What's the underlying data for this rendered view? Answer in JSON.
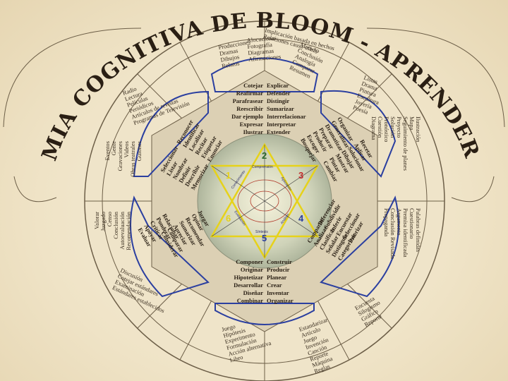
{
  "title": "LA TAXONOMIA COGNITIVA DE BLOOM - APRENDER ES ACCION",
  "colors": {
    "blue_outline": "#2b3fa0",
    "star": "#e6d21a",
    "sector_fill": "#d9ccaf",
    "number_red": "#c0282a",
    "number_blue": "#2b3fa0"
  },
  "numbers": [
    "1",
    "2",
    "3",
    "4",
    "5",
    "6"
  ],
  "levels": [
    "Conocimiento",
    "Comprensión",
    "Aplicación",
    "Análisis",
    "Síntesis",
    "Evaluación"
  ],
  "verbs": {
    "top_left": [
      "Cotejar",
      "Reafirmar",
      "Parafrasear",
      "Reescribir",
      "Dar ejemplo",
      "Expresar",
      "Ilustrar"
    ],
    "top_right": [
      "Explicar",
      "Defender",
      "Distingir",
      "Sumarizar",
      "Interrelacionar",
      "Interpretar",
      "Extender"
    ],
    "upper_right_a": [
      "Organizar",
      "Generalizar",
      "Dramatizar",
      "Preparar",
      "Producir",
      "Escoger",
      "Bosquejar"
    ],
    "upper_right_b": [
      "Recetar",
      "Aplicar",
      "Solucionar",
      "Dibujar",
      "Mostrar",
      "Pintar",
      "Cambiar"
    ],
    "lower_right_a": [
      "Comparar",
      "Analizar",
      "Clasificar",
      "Señalar",
      "Distinguir",
      "Categorizar"
    ],
    "lower_right_b": [
      "Diferenciar",
      "Subdividir",
      "Inferir",
      "Encuestar",
      "Seleccionar",
      "Priorizar"
    ],
    "bottom_left": [
      "Componer",
      "Originar",
      "Hipotetizar",
      "Desarrollar",
      "Diseñar",
      "Combinar"
    ],
    "bottom_right": [
      "Construir",
      "Producir",
      "Planear",
      "Crear",
      "Inventar",
      "Organizar"
    ],
    "lower_left_a": [
      "Relacionar",
      "Ponderar",
      "Criticar",
      "Apoyar",
      "Evaluar"
    ],
    "lower_left_b": [
      "Juzgar",
      "Opinar",
      "Recomendar",
      "Sumarizar",
      "Apreciar",
      "Comparar",
      "Considerar"
    ],
    "upper_left_a": [
      "Seleccionar",
      "Listar",
      "Nombrar",
      "Definir",
      "Describir",
      "Memorizar"
    ],
    "upper_left_b": [
      "Reconocer",
      "Identificar",
      "Localizar",
      "Recitar",
      "Etiquetar",
      "Enunciar"
    ]
  },
  "outputs": {
    "top": [
      "Producciones",
      "Dramas",
      "Dibujos",
      "Relatos"
    ],
    "top_b": [
      "Alocuciones",
      "Fotografía",
      "Diagramas",
      "Afirmaciones"
    ],
    "top_c": [
      "Implicación basada en hechos",
      "Relaciones causa-efecto"
    ],
    "top_right": [
      "Modelo",
      "Conclusión",
      "Analogía",
      "Comparar",
      "Resumen"
    ],
    "right_top": [
      "Listas",
      "Drama",
      "Pintura",
      "Escultura",
      "Joyería",
      "Poesía"
    ],
    "right_mid": [
      "Ilustración",
      "Mapa",
      "Seguimiento de planes",
      "Proyecto",
      "Solución",
      "Pronóstico",
      "Cuestión",
      "Diagrama"
    ],
    "right_low": [
      "Palabras definidas",
      "Cuestionario",
      "Premisa identificada",
      "Argumento",
      "Conclusión Revisada",
      "Propaganda"
    ],
    "bottom_right": [
      "Encuesta",
      "Silogismo",
      "Gráfico",
      "Reporte"
    ],
    "bottom_right_b": [
      "Estandarizar",
      "Artículo",
      "Juego",
      "Invención",
      "Canción",
      "Reporte",
      "Máquina",
      "Reglas"
    ],
    "bottom": [
      "Juego",
      "Hipótesis",
      "Experimento",
      "Formulación",
      "Acción alternativa",
      "Libro"
    ],
    "bottom_left": [
      "Discusión",
      "Cotejar estándares",
      "Examinación",
      "Estándares establecidos"
    ],
    "left_low": [
      "Valorar",
      "Juzgado",
      "Censo",
      "Conclusión",
      "Autoevaluación",
      "Recomendación"
    ],
    "left_mid": [
      "Eventos",
      "Gente",
      "Gravaciones",
      "Videos",
      "Obras teatrales",
      "Guiones"
    ],
    "left_top": [
      "Radio",
      "Lectura",
      "Películas",
      "Periódicos",
      "Artículos de revistas",
      "Programas de Televisión"
    ]
  }
}
